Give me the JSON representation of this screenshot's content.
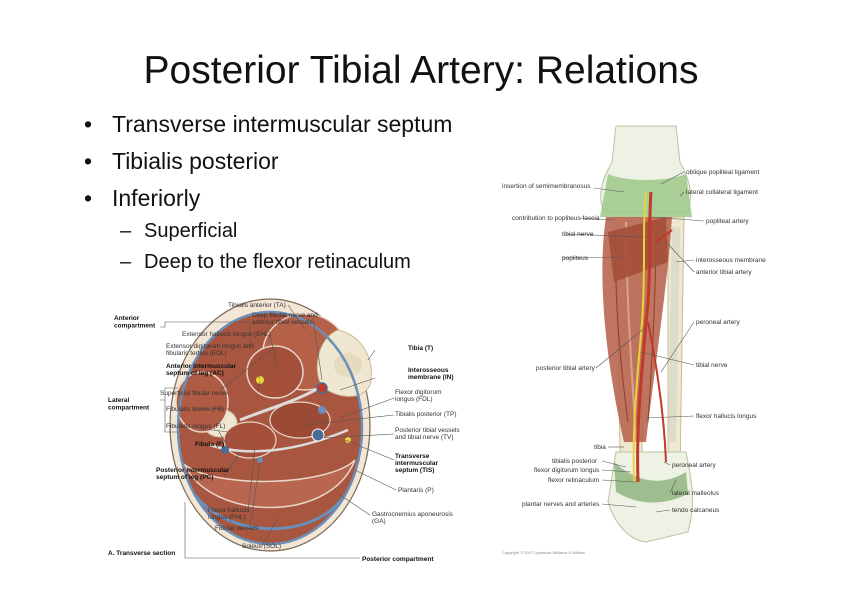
{
  "slide": {
    "title": "Posterior Tibial Artery: Relations",
    "bullets": [
      "Transverse intermuscular septum",
      "Tibialis posterior",
      "Inferiorly"
    ],
    "sub_bullets": [
      "Superficial",
      "Deep to the flexor retinaculum"
    ]
  },
  "figure_left": {
    "caption": "A. Transverse section",
    "labels": {
      "anterior_compartment": "Anterior compartment",
      "tibialis_anterior": "Tibialis anterior (TA)",
      "deep_fibular": "Deep fibular nerve and anterior tibial vessels",
      "ehl": "Extensor hallucis longus (EHL)",
      "edl": "Extensor digitorum longus and fibularis tertius (EDL)",
      "anterior_septum": "Anterior intermuscular septum of leg (AC)",
      "tibia": "Tibia (T)",
      "interosseous": "Interosseous membrane (IN)",
      "superficial_fibular": "Superficial fibular nerve",
      "lateral_compartment": "Lateral compartment",
      "fib_brevis": "Fibularis brevis (FB)",
      "fib_longus": "Fibularis longus (FL)",
      "fdl": "Flexor digitorum longus (FDL)",
      "tp": "Tibialis posterior (TP)",
      "ptv": "Posterior tibial vessels and tibial nerve (TV)",
      "fibula": "Fibula (F)",
      "tis": "Transverse intermuscular septum (TIS)",
      "post_septum": "Posterior intermuscular septum of leg (PC)",
      "plantaris": "Plantaris (P)",
      "fhl": "Flexor hallucis longus (FHL)",
      "fib_vessels": "Fibular vessels",
      "gastroc": "Gastrocnemius aponeurosis (GA)",
      "soleus": "Soleus (SOL)",
      "posterior_compartment": "Posterior compartment"
    }
  },
  "figure_right": {
    "labels": {
      "oblique_popliteal": "oblique popliteal ligament",
      "insertion_semimembranosus": "insertion of semimembranosus",
      "lateral_collateral": "lateral collateral ligament",
      "contribution_popliteus": "contribution to popliteus fascia",
      "popliteal_artery": "popliteal artery",
      "tibial_nerve_top": "tibial nerve",
      "popliteus": "popliteus",
      "interosseous_membrane": "interosseous membrane",
      "anterior_tibial_artery": "anterior tibial artery",
      "peroneal_artery": "peroneal artery",
      "posterior_tibial_artery": "posterior tibial artery",
      "tibial_nerve": "tibial nerve",
      "fhl": "flexor hallucis longus",
      "tibia": "tibia",
      "tibialis_posterior": "tibialis posterior",
      "fdl": "flexor digitorum longus",
      "flexor_retinaculum": "flexor retinaculum",
      "peroneal_artery_low": "peroneal artery",
      "lateral_malleolus": "lateral malleolus",
      "plantar_nerves": "plantar nerves and arteries",
      "tendo_calcaneus": "tendo calcaneus"
    },
    "copyright": "Copyright © 2007 Lippincott Williams & Wilkins"
  },
  "colors": {
    "muscle": "#a8563f",
    "bone": "#efe7cf",
    "fascia": "#6a8fb8",
    "nerve": "#e8d43a",
    "artery": "#c0392b",
    "tissue": "#9cc98a"
  }
}
